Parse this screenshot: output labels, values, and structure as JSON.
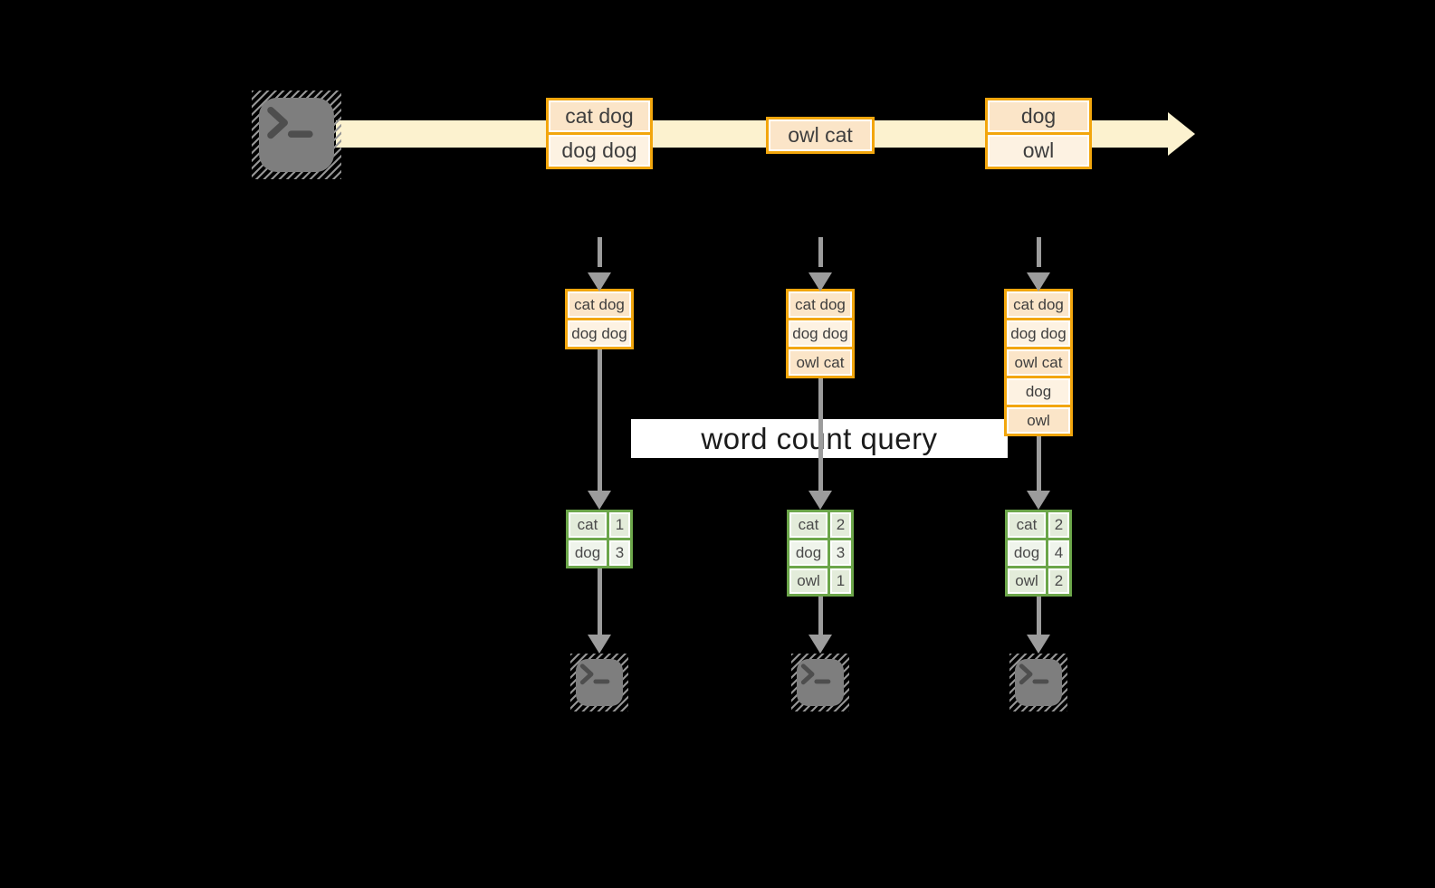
{
  "banner": {
    "label": "word count query"
  },
  "stream": {
    "events": [
      {
        "rows": [
          "cat dog",
          "dog dog"
        ]
      },
      {
        "rows": [
          "owl cat"
        ]
      },
      {
        "rows": [
          "dog",
          "owl"
        ]
      }
    ]
  },
  "stages": [
    {
      "buffer": [
        "cat dog",
        "dog dog"
      ],
      "counts": [
        {
          "word": "cat",
          "count": "1"
        },
        {
          "word": "dog",
          "count": "3"
        }
      ]
    },
    {
      "buffer": [
        "cat dog",
        "dog dog",
        "owl cat"
      ],
      "counts": [
        {
          "word": "cat",
          "count": "2"
        },
        {
          "word": "dog",
          "count": "3"
        },
        {
          "word": "owl",
          "count": "1"
        }
      ]
    },
    {
      "buffer": [
        "cat dog",
        "dog dog",
        "owl cat",
        "dog",
        "owl"
      ],
      "counts": [
        {
          "word": "cat",
          "count": "2"
        },
        {
          "word": "dog",
          "count": "4"
        },
        {
          "word": "owl",
          "count": "2"
        }
      ]
    }
  ],
  "icons": {
    "source": "terminal-icon",
    "sinks": [
      "terminal-icon",
      "terminal-icon",
      "terminal-icon"
    ]
  },
  "colors": {
    "background": "#000000",
    "stream_band": "#FCF2CF",
    "amber_border": "#F2A60D",
    "event_fill_dark": "#FBE5C8",
    "event_fill_light": "#FDF2E2",
    "green_border": "#6CA64A",
    "count_fill_dark": "#E3ECDA",
    "count_fill_light": "#EFF4EB",
    "arrow_gray": "#9C9C9C",
    "terminal_gray": "#7E7E7E",
    "banner_bg": "#FFFFFF",
    "banner_text": "#1B1B1B"
  }
}
